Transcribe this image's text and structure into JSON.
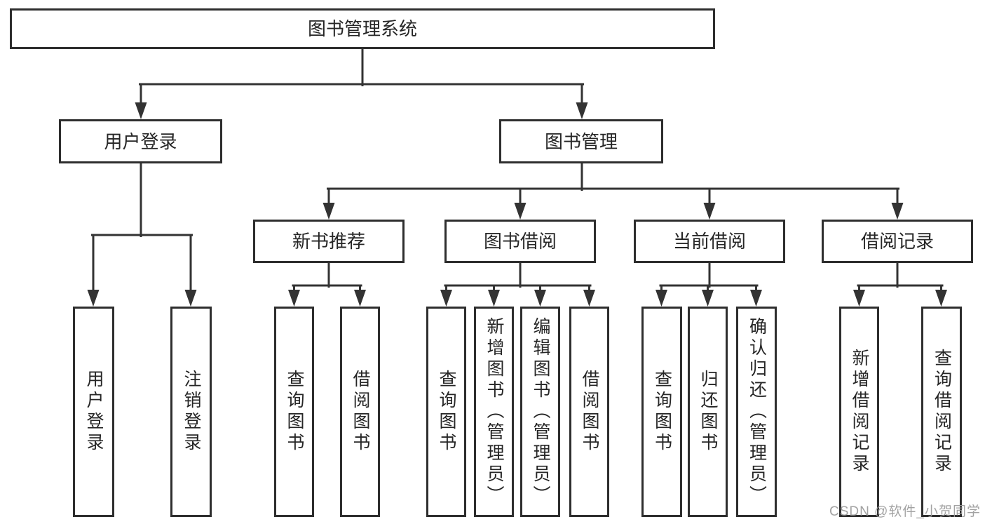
{
  "diagram": {
    "tree": {
      "label": "图书管理系统",
      "children": [
        {
          "label": "用户登录",
          "children": [
            {
              "label": "用户登录"
            },
            {
              "label": "注销登录"
            }
          ]
        },
        {
          "label": "图书管理",
          "children": [
            {
              "label": "新书推荐",
              "children": [
                {
                  "label": "查询图书"
                },
                {
                  "label": "借阅图书"
                }
              ]
            },
            {
              "label": "图书借阅",
              "children": [
                {
                  "label": "查询图书"
                },
                {
                  "label": "新增图书（管理员）"
                },
                {
                  "label": "编辑图书（管理员）"
                },
                {
                  "label": "借阅图书"
                }
              ]
            },
            {
              "label": "当前借阅",
              "children": [
                {
                  "label": "查询图书"
                },
                {
                  "label": "归还图书"
                },
                {
                  "label": "确认归还（管理员）"
                }
              ]
            },
            {
              "label": "借阅记录",
              "children": [
                {
                  "label": "新增借阅记录"
                },
                {
                  "label": "查询借阅记录"
                }
              ]
            }
          ]
        }
      ]
    },
    "watermark": "CSDN @软件_小贺同学",
    "colors": {
      "line": "#333333",
      "box_border": "#2e2e2e",
      "text": "#262626",
      "watermark": "#9a9a9a",
      "background": "#ffffff"
    }
  }
}
